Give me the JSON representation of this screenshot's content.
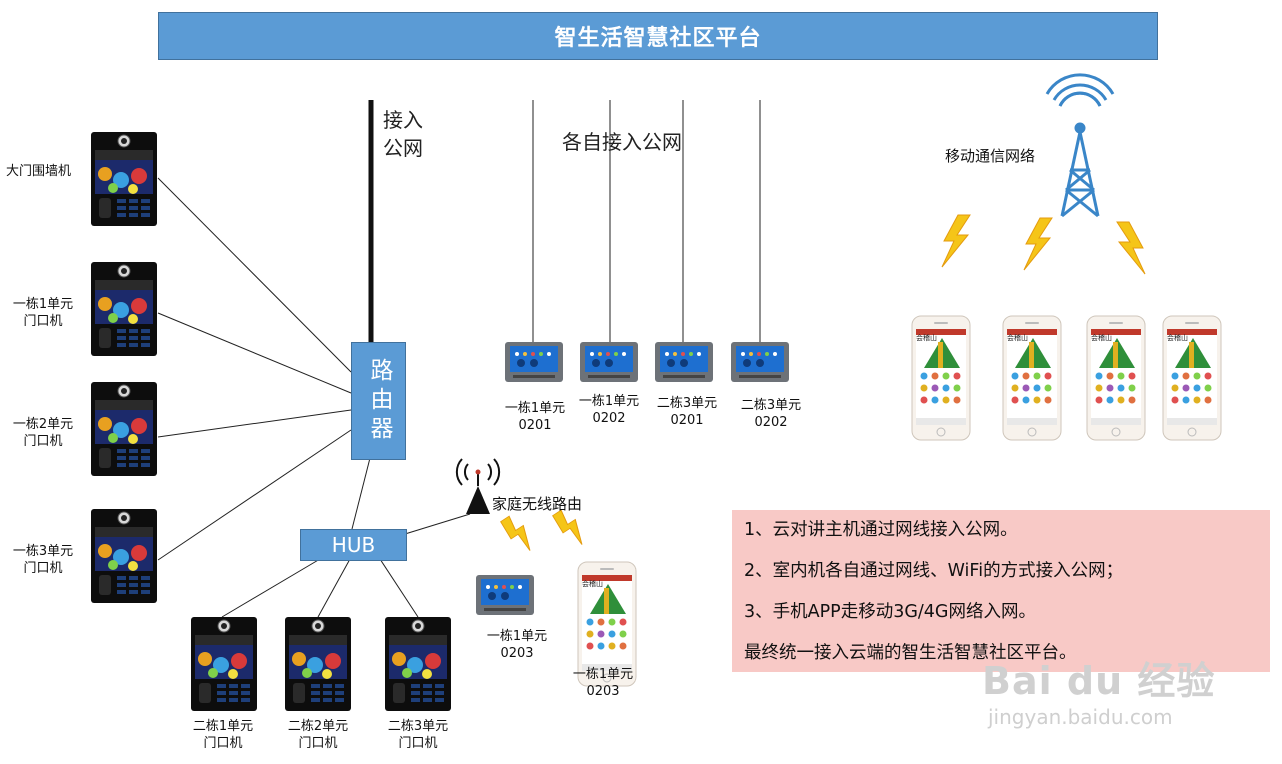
{
  "title": "智生活智慧社区平台",
  "labels": {
    "access_public_net": "接入公网",
    "each_access_public_net": "各自接入公网",
    "mobile_network": "移动通信网络",
    "home_router": "家庭无线路由",
    "router": "路由器",
    "hub": "HUB"
  },
  "door_units_left": [
    {
      "label": "大门围墙机"
    },
    {
      "label": "一栋1单元门口机"
    },
    {
      "label": "一栋2单元门口机"
    },
    {
      "label": "一栋3单元门口机"
    }
  ],
  "door_units_bottom": [
    {
      "label": "二栋1单元门口机"
    },
    {
      "label": "二栋2单元门口机"
    },
    {
      "label": "二栋3单元门口机"
    }
  ],
  "indoor_monitors": [
    {
      "line1": "一栋1单元",
      "line2": "0201"
    },
    {
      "line1": "一栋1单元",
      "line2": "0202"
    },
    {
      "line1": "二栋3单元",
      "line2": "0201"
    },
    {
      "line1": "二栋3单元",
      "line2": "0202"
    }
  ],
  "home_monitor": {
    "line1": "一栋1单元",
    "line2": "0203"
  },
  "home_phone": {
    "line1": "一栋1单元",
    "line2": "0203"
  },
  "notes": [
    "1、云对讲主机通过网线接入公网。",
    "2、室内机各自通过网线、WiFi的方式接入公网；",
    "3、手机APP走移动3G/4G网络入网。",
    "最终统一接入云端的智生活智慧社区平台。"
  ],
  "phone_screen_title": "会稽山",
  "watermark": {
    "logo": "Bai du 经验",
    "url": "jingyan.baidu.com"
  },
  "colors": {
    "box_blue": "#5b9bd5",
    "note_pink": "#f8c9c6",
    "bolt_yellow": "#f5c518",
    "tower_blue": "#3a86c8"
  }
}
